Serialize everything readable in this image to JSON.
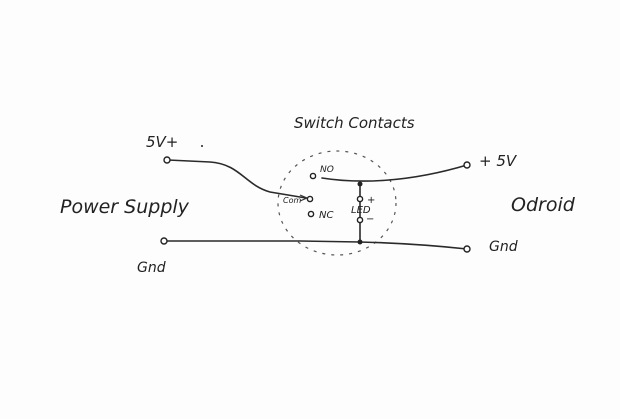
{
  "labels": {
    "switch_contacts": "Switch Contacts",
    "plus_5v_in": "5V+",
    "power_supply": "Power Supply",
    "gnd_left": "Gnd",
    "odroid": "Odroid",
    "plus_5v_out": "+ 5V",
    "gnd_right": "Gnd",
    "no": "NO",
    "com": "Com",
    "nc": "NC",
    "led": "LED",
    "led_plus": "+",
    "led_minus": "−"
  }
}
